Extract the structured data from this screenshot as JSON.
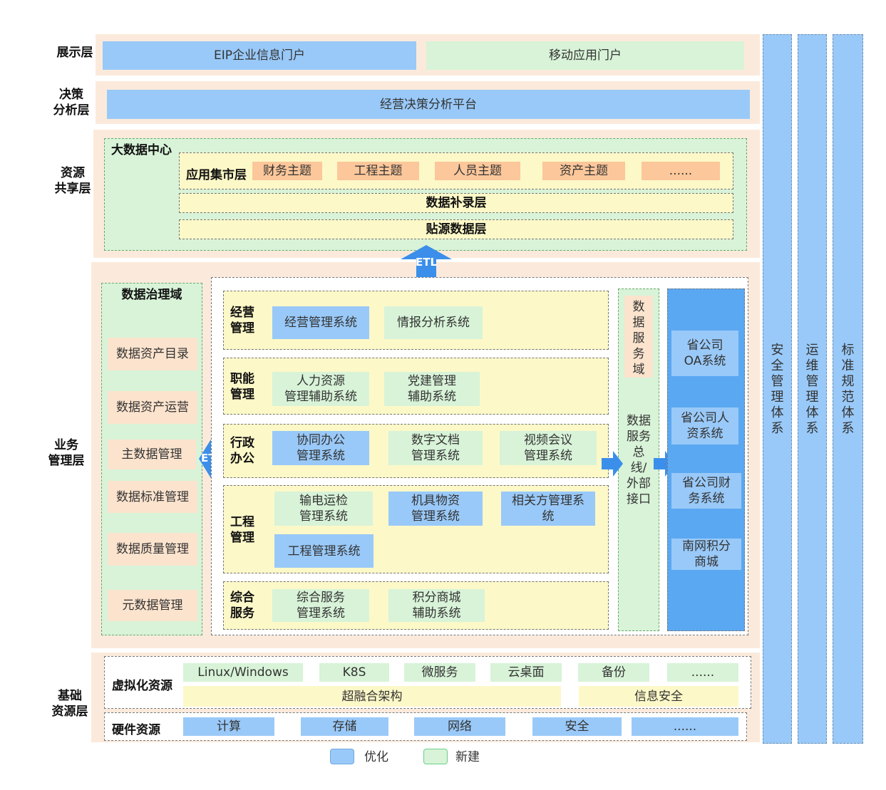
{
  "layers": {
    "presentation": "展示层",
    "decision": "决策\n分析层",
    "resource_share": "资源\n共享层",
    "business": "业务\n管理层",
    "infrastructure": "基础\n资源层"
  },
  "presentation": {
    "eip": "EIP企业信息门户",
    "mobile": "移动应用门户"
  },
  "decision": {
    "platform": "经营决策分析平台"
  },
  "bigdata": {
    "title": "大数据中心",
    "mart_label": "应用集市层",
    "topics": [
      "财务主题",
      "工程主题",
      "人员主题",
      "资产主题",
      "......"
    ],
    "supplement": "数据补录层",
    "source": "贴源数据层",
    "etl": "ETL"
  },
  "governance": {
    "title": "数据治理域",
    "items": [
      "数据资产目录",
      "数据资产运营",
      "主数据管理",
      "数据标准管理",
      "数据质量管理",
      "元数据管理"
    ],
    "etl": "ETL"
  },
  "business": {
    "groups": [
      {
        "label": "经营\n管理",
        "systems": [
          "经营管理系统",
          "情报分析系统"
        ]
      },
      {
        "label": "职能\n管理",
        "systems": [
          "人力资源\n管理辅助系统",
          "党建管理\n辅助系统"
        ]
      },
      {
        "label": "行政\n办公",
        "systems": [
          "协同办公\n管理系统",
          "数字文档\n管理系统",
          "视频会议\n管理系统"
        ]
      },
      {
        "label": "工程\n管理",
        "systems": [
          "输电运检\n管理系统",
          "机具物资\n管理系统",
          "相关方管理系\n统",
          "工程管理系统"
        ]
      },
      {
        "label": "综合\n服务",
        "systems": [
          "综合服务\n管理系统",
          "积分商城\n辅助系统"
        ]
      }
    ],
    "data_service_domain": "数\n据\n服\n务\n域",
    "bus": "数据\n服务\n总\n线/\n外部\n接口",
    "external": [
      "省公司\nOA系统",
      "省公司人\n资系统",
      "省公司财\n务系统",
      "南网积分\n商城"
    ]
  },
  "infra": {
    "virtual_label": "虚拟化资源",
    "virtual_items": [
      "Linux/Windows",
      "K8S",
      "微服务",
      "云桌面",
      "备份",
      "......"
    ],
    "hci": "超融合架构",
    "infosec": "信息安全",
    "hardware_label": "硬件资源",
    "hardware_items": [
      "计算",
      "存储",
      "网络",
      "安全",
      "......"
    ]
  },
  "side_columns": [
    "安\n全\n管\n理\n体\n系",
    "运\n维\n管\n理\n体\n系",
    "标\n准\n规\n范\n体\n系"
  ],
  "legend": {
    "optimize": "优化",
    "new": "新建"
  },
  "colors": {
    "optimize": "#99c9f8",
    "new": "#d8f3d8",
    "topic": "#fcc79a",
    "band": "#fbeadb",
    "layer": "#fdf8c8"
  }
}
